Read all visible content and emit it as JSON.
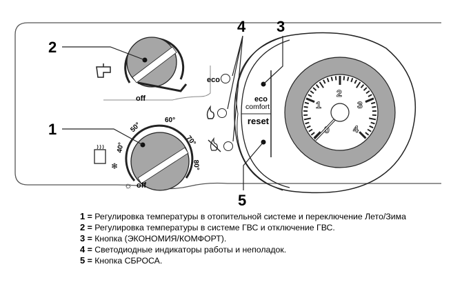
{
  "callouts": [
    "1",
    "2",
    "3",
    "4",
    "5"
  ],
  "panel": {
    "hot_water_knob": {
      "off_label": "off"
    },
    "heating_knob": {
      "scale": [
        "40°",
        "50°",
        "60°",
        "70°",
        "80°"
      ],
      "off_label": "off"
    },
    "leds": {
      "eco_label": "eco"
    },
    "buttons": {
      "eco": "eco",
      "comfort": "comfort",
      "reset": "reset"
    },
    "pressure_gauge": {
      "scale": [
        "0",
        "1",
        "2",
        "3",
        "4"
      ]
    }
  },
  "legend": [
    {
      "num": "1",
      "text": "Регулировка температуры в отопительной системе и переключение Лето/Зима"
    },
    {
      "num": "2",
      "text": "Регулировка температуры в системе ГВС и отключение ГВС."
    },
    {
      "num": "3",
      "text": "Кнопка (ЭКОНОМИЯ/КОМФОРТ)."
    },
    {
      "num": "4",
      "text": "Светодиодные индикаторы работы и неполадок."
    },
    {
      "num": "5",
      "text": "Кнопка СБРОСА."
    }
  ],
  "colors": {
    "knob_fill": "#a6a6a6",
    "gauge_ring": "#a6a6a6",
    "line": "#222222"
  }
}
